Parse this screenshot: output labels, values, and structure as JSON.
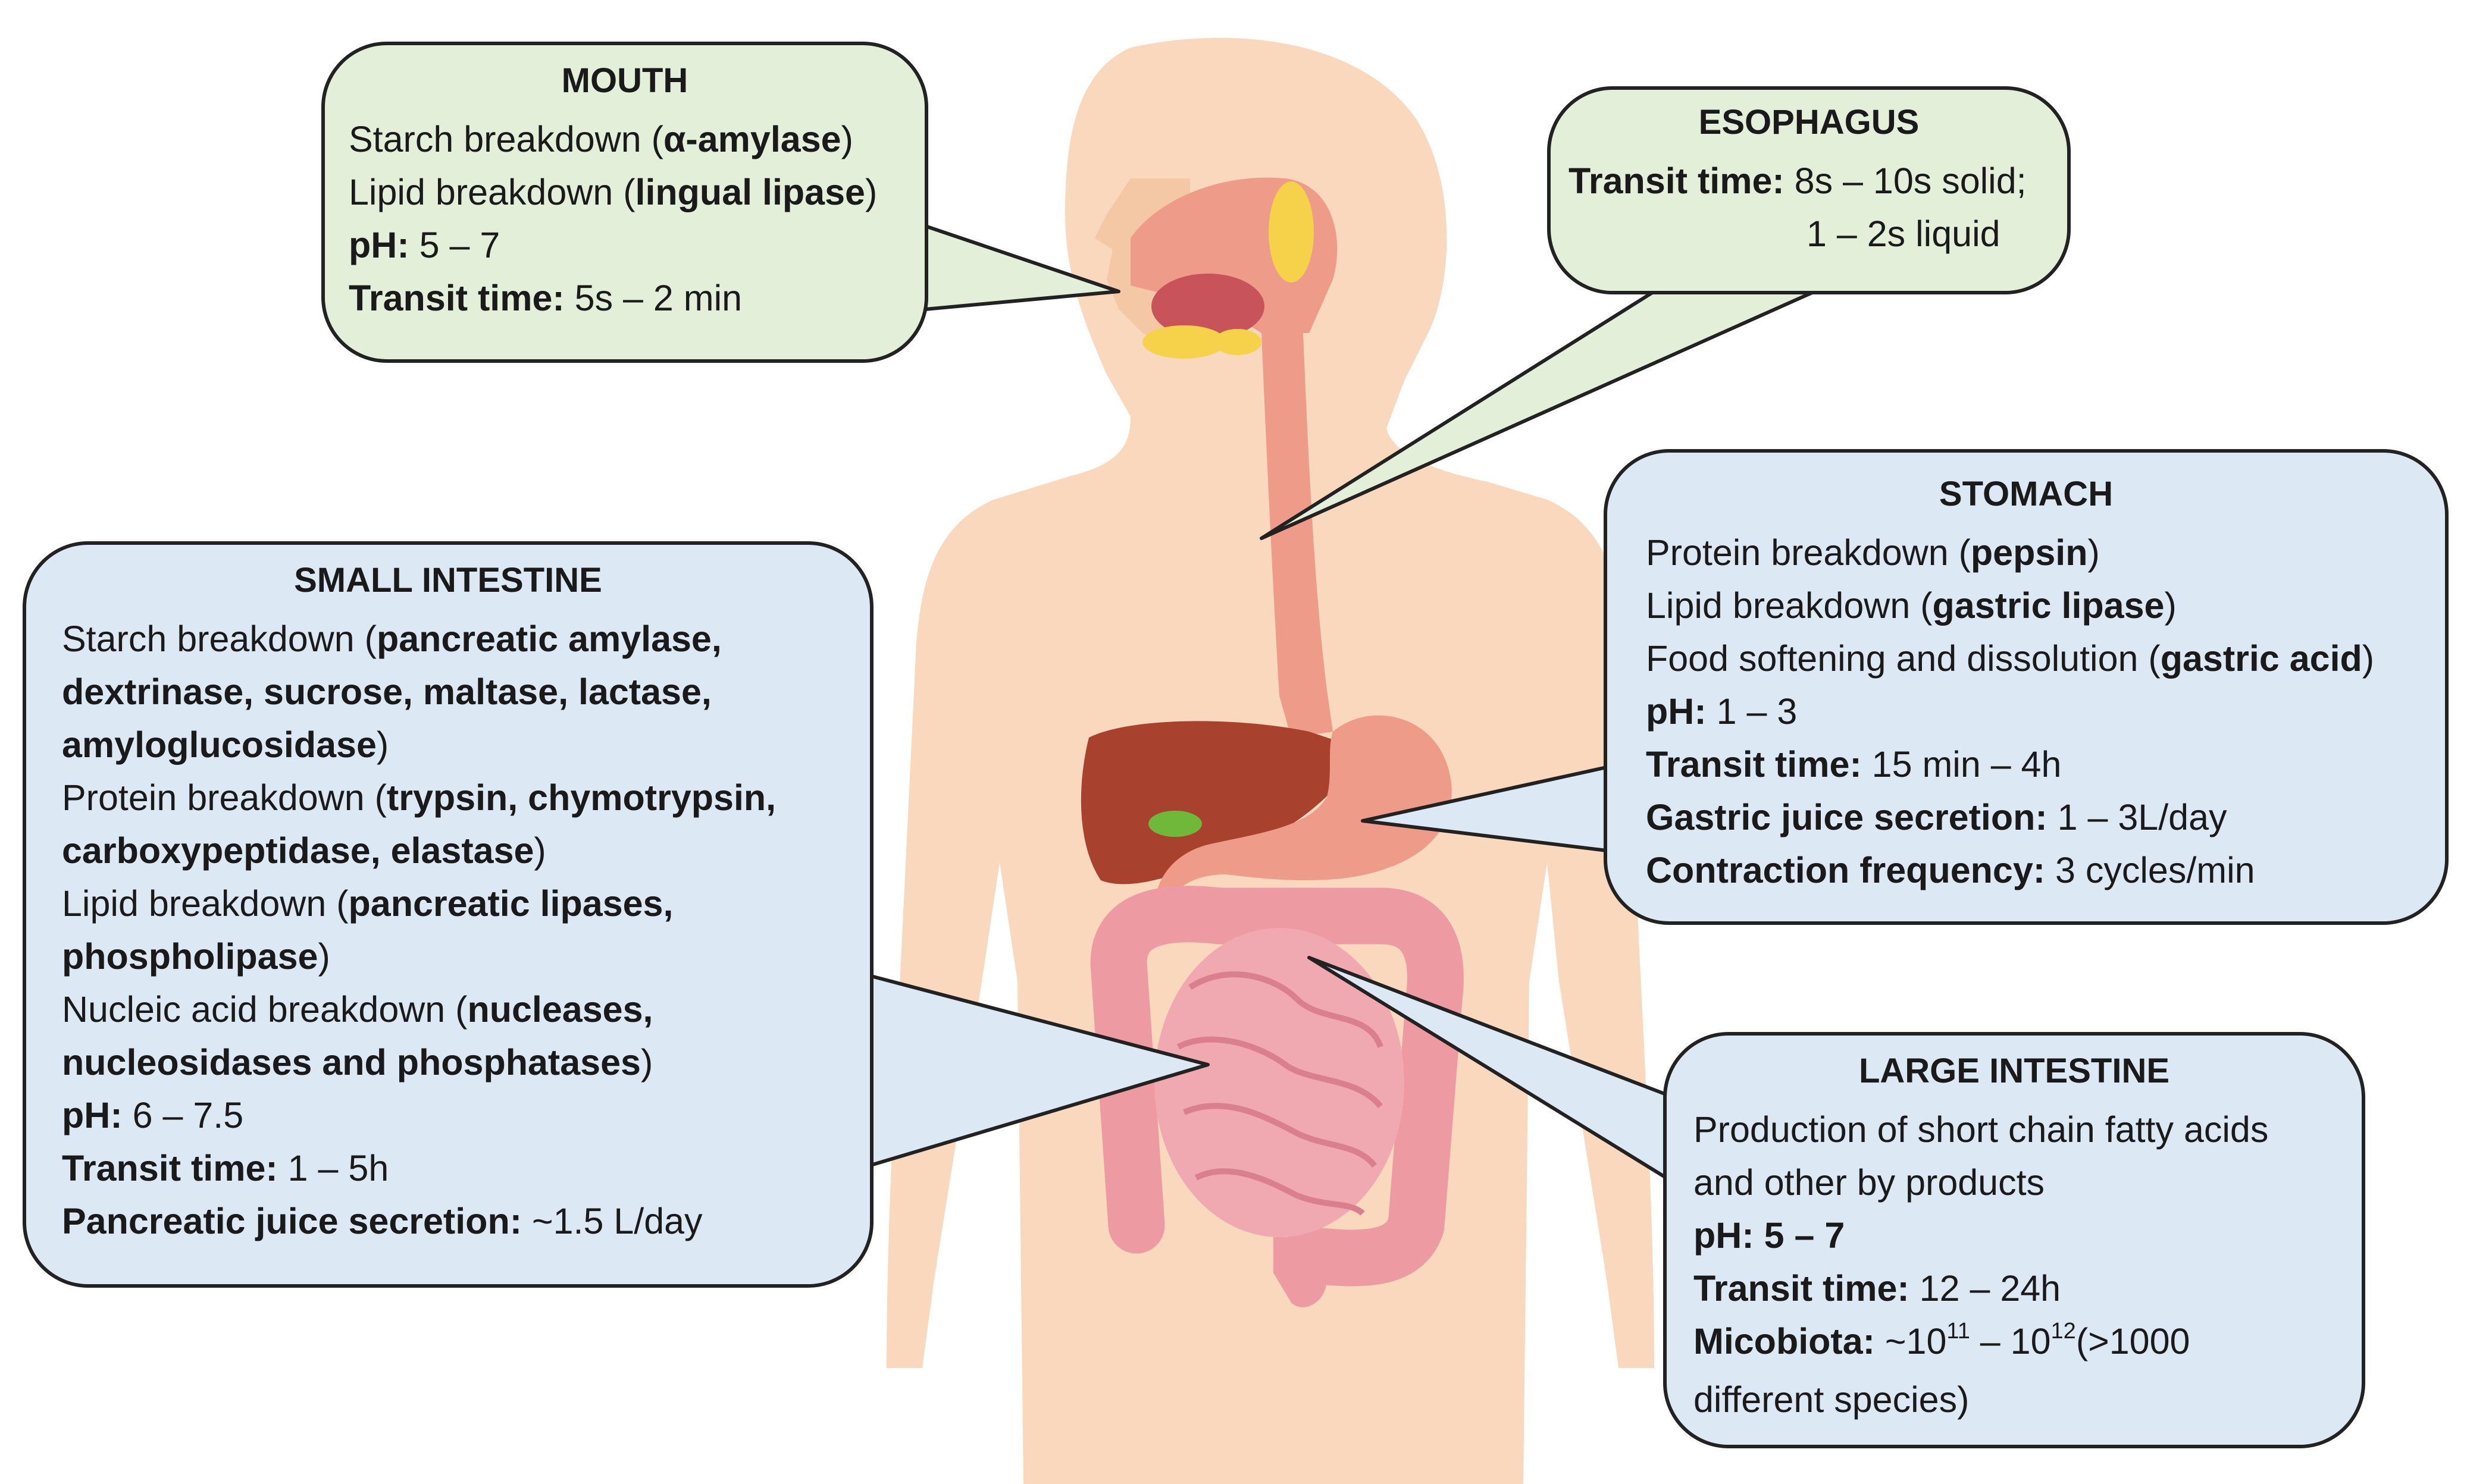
{
  "mouth": {
    "title": "MOUTH",
    "starch_label": "Starch breakdown (",
    "starch_enzyme": "α-amylase",
    "lipid_label": "Lipid breakdown (",
    "lipid_enzyme": "lingual lipase",
    "close": ")",
    "ph_label": "pH:",
    "ph_value": " 5 – 7",
    "transit_label": "Transit time:",
    "transit_value": " 5s – 2 min"
  },
  "esophagus": {
    "title": "ESOPHAGUS",
    "transit_label": "Transit time:",
    "transit_solid": " 8s – 10s solid;",
    "transit_liquid": "1 – 2s liquid"
  },
  "stomach": {
    "title": "STOMACH",
    "protein_label": "Protein breakdown (",
    "protein_enzyme": "pepsin",
    "lipid_label": "Lipid breakdown (",
    "lipid_enzyme": "gastric lipase",
    "food_label": "Food softening and dissolution (",
    "food_agent": "gastric acid",
    "close": ")",
    "ph_label": "pH:",
    "ph_value": " 1 – 3",
    "transit_label": "Transit time:",
    "transit_value": " 15 min – 4h",
    "juice_label": "Gastric juice secretion:",
    "juice_value": " 1 – 3L/day",
    "contraction_label": "Contraction frequency:",
    "contraction_value": " 3 cycles/min"
  },
  "small_intestine": {
    "title": "SMALL INTESTINE",
    "starch_label": "Starch breakdown (",
    "starch_enzymes_1": "pancreatic amylase,",
    "starch_enzymes_2": "dextrinase, sucrose, maltase, lactase,",
    "starch_enzymes_3": "amyloglucosidase",
    "protein_label": "Protein breakdown (",
    "protein_enzymes_1": "trypsin, chymotrypsin,",
    "protein_enzymes_2": "carboxypeptidase, elastase",
    "lipid_label": "Lipid breakdown (",
    "lipid_enzymes_1": "pancreatic lipases,",
    "lipid_enzymes_2": "phospholipase",
    "nucleic_label": "Nucleic acid breakdown (",
    "nucleic_enzymes_1": "nucleases,",
    "nucleic_enzymes_2": "nucleosidases and phosphatases",
    "close": ")",
    "ph_label": "pH:",
    "ph_value": " 6 – 7.5",
    "transit_label": "Transit time:",
    "transit_value": " 1 – 5h",
    "juice_label": "Pancreatic juice secretion:",
    "juice_value": " ~1.5 L/day"
  },
  "large_intestine": {
    "title": "LARGE INTESTINE",
    "production_1": "Production of short chain fatty acids",
    "production_2": "and other by products",
    "ph_label": "pH:",
    "ph_value": " 5 – 7",
    "transit_label": "Transit time:",
    "transit_value": " 12 – 24h",
    "micro_label": "Micobiota:",
    "micro_base1": " ~10",
    "micro_exp1": "11",
    "micro_dash": " – 10",
    "micro_exp2": "12",
    "micro_rest": "(>1000",
    "micro_line2": "different species)"
  },
  "colors": {
    "skin": "#fad8bd",
    "tract": "#ef9b8a",
    "liver": "#a8412e",
    "intestine": "#f0a8b1",
    "colon": "#ee9aa3",
    "green_box": "#e3efd9",
    "blue_box": "#dde8f5"
  }
}
